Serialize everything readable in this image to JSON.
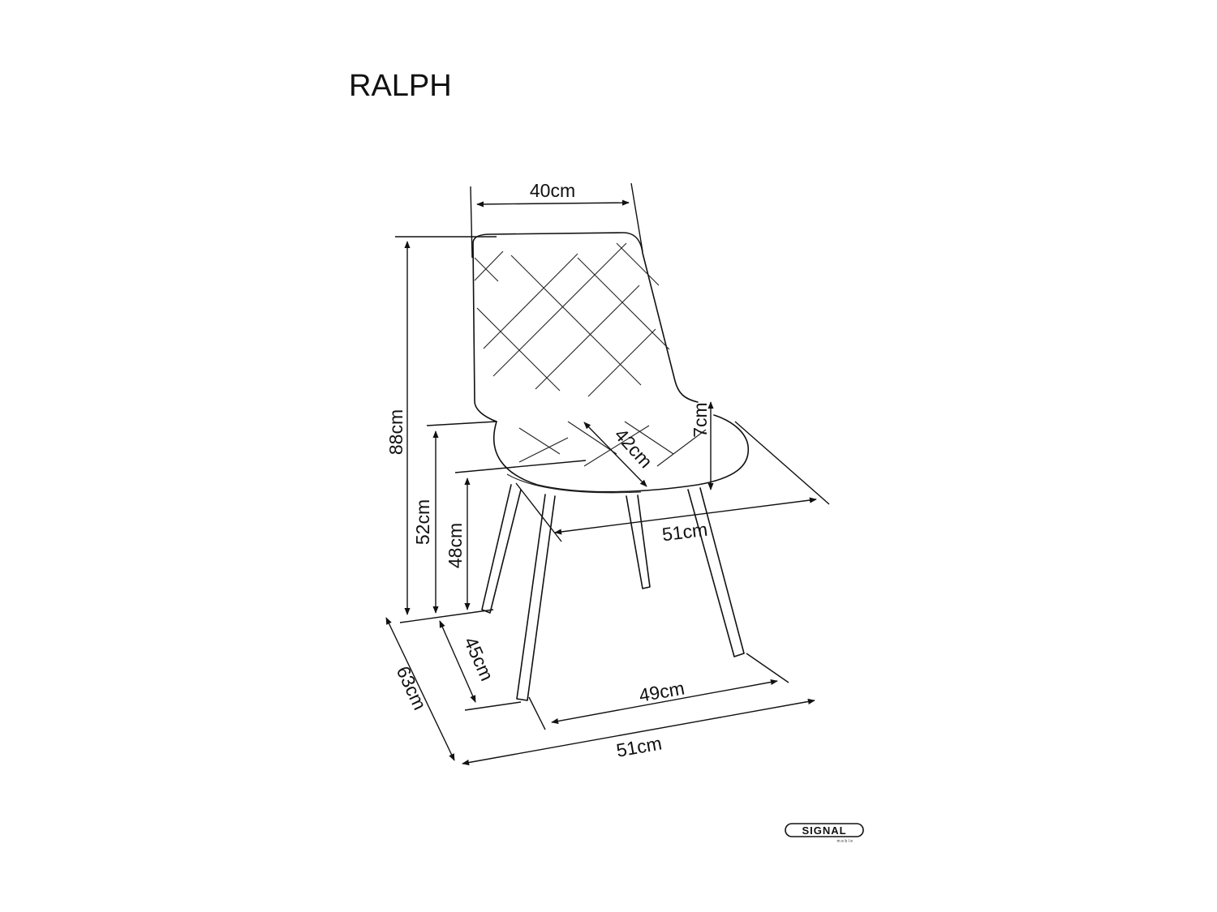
{
  "title": "RALPH",
  "dimensions": {
    "backrest_width": "40cm",
    "total_height": "88cm",
    "armrest_height": "52cm",
    "seat_height": "48cm",
    "seat_depth": "42cm",
    "backrest_rise": "7cm",
    "seat_width": "51cm",
    "total_depth": "63cm",
    "leg_depth": "45cm",
    "leg_width": "49cm",
    "total_width": "51cm"
  },
  "logo": {
    "brand": "SIGNAL",
    "sub": "meble"
  }
}
